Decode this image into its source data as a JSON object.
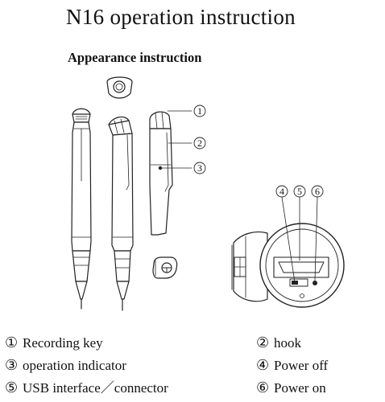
{
  "document": {
    "title": "N16 operation instruction",
    "section_heading": "Appearance instruction"
  },
  "callouts": {
    "side_pen": [
      "①",
      "②",
      "③"
    ],
    "detail_view": [
      "④",
      "⑤",
      "⑥"
    ]
  },
  "legend": [
    {
      "marker": "①",
      "text": "Recording key"
    },
    {
      "marker": "②",
      "text": "hook"
    },
    {
      "marker": "③",
      "text": "operation indicator"
    },
    {
      "marker": "④",
      "text": "Power off"
    },
    {
      "marker": "⑤",
      "text": "USB interface／connector"
    },
    {
      "marker": "⑥",
      "text": "Power on"
    }
  ]
}
